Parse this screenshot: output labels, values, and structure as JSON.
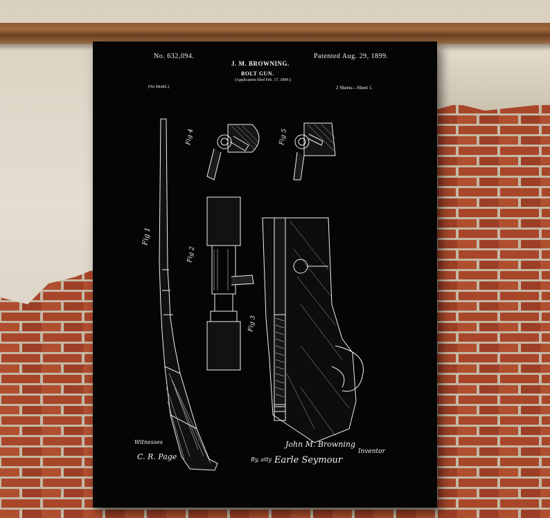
{
  "poster": {
    "patent_number": "No. 632,094.",
    "patented_date": "Patented Aug. 29, 1899.",
    "inventor": "J. M. BROWNING.",
    "title": "BOLT GUN.",
    "application": "(Application filed Feb. 17, 1899.)",
    "model_note": "(No Model.)",
    "sheets": "2 Sheets—Sheet 1.",
    "figures": [
      "Fig 1",
      "Fig 2",
      "Fig 3",
      "Fig 4",
      "Fig 5"
    ],
    "witnesses_label": "Witnesses",
    "witness_signature": "C. R. Page",
    "inventor_signature": "John M. Browning",
    "inventor_role": "Inventor",
    "attorney_prefix": "By, atty",
    "attorney_signature": "Earle Seymour"
  },
  "colors": {
    "poster_background": "#050505",
    "line_art": "#f2f2f2",
    "brick": "#a8462a",
    "mortar": "#c9bfae",
    "beam": "#8b5a34"
  }
}
